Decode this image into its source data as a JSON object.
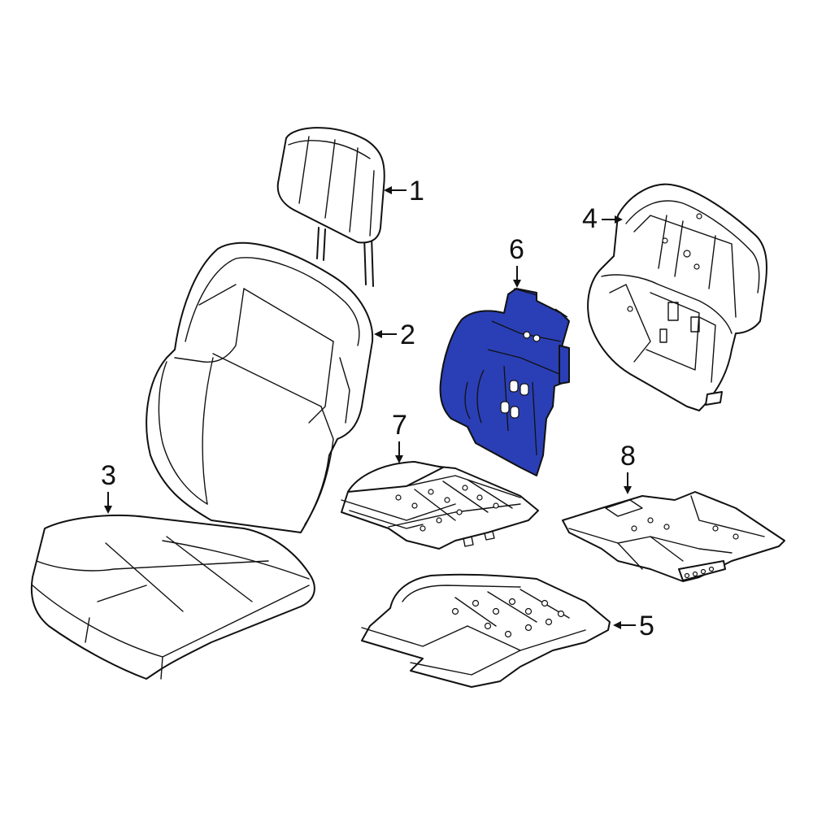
{
  "callouts": [
    {
      "number": "1"
    },
    {
      "number": "2"
    },
    {
      "number": "3"
    },
    {
      "number": "4"
    },
    {
      "number": "5"
    },
    {
      "number": "6"
    },
    {
      "number": "7"
    },
    {
      "number": "8"
    }
  ],
  "highlighted_part": "6",
  "colors": {
    "highlight": "#2a3fb5",
    "line": "#111111",
    "background": "#ffffff"
  }
}
